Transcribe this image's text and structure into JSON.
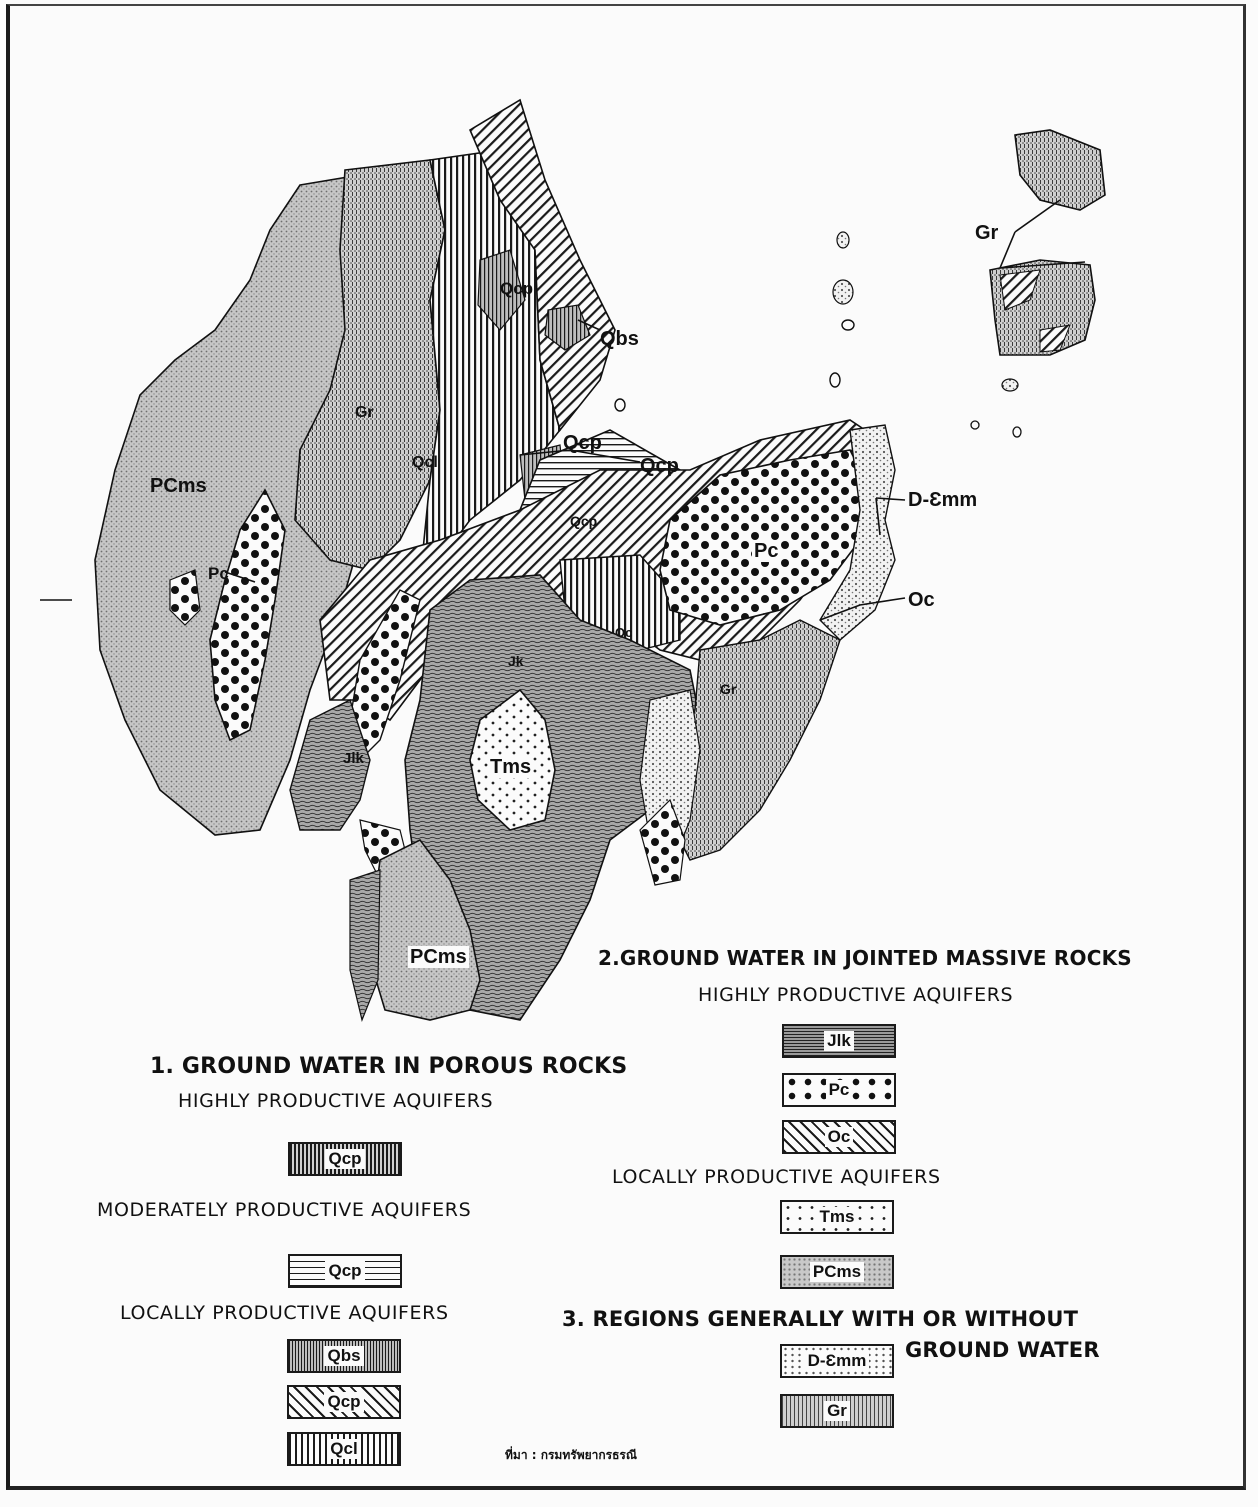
{
  "map_labels": {
    "gr_island": "Gr",
    "qcp_north": "Qcp",
    "qbs": "Qbs",
    "pcms_west": "PCms",
    "gr_west": "Gr",
    "qcl": "Qcl",
    "qcp_center1": "Qcp",
    "qcp_center2": "Qcp",
    "pc_west": "Pc",
    "qcp_east": "Qcp",
    "pc_east": "Pc",
    "d_emm": "D-Ɛmm",
    "oc": "Oc",
    "oc_center": "Oc",
    "jk_center": "Jk",
    "gr_east": "Gr",
    "jk_southwest": "Jlk",
    "tms": "Tms",
    "pcms_south": "PCms"
  },
  "legend": {
    "section1": {
      "title": "1. GROUND WATER IN POROUS ROCKS",
      "highly_title": "HIGHLY PRODUCTIVE AQUIFERS",
      "moderately_title": "MODERATELY PRODUCTIVE AQUIFERS",
      "locally_title": "LOCALLY PRODUCTIVE AQUIFERS",
      "items": {
        "qcp_high": "Qcp",
        "qcp_moderate": "Qcp",
        "qbs_local": "Qbs",
        "qcp_local": "Qcp",
        "qcl_local": "Qcl"
      }
    },
    "section2": {
      "title": "2.GROUND WATER IN JOINTED MASSIVE ROCKS",
      "highly_title": "HIGHLY PRODUCTIVE AQUIFERS",
      "locally_title": "LOCALLY PRODUCTIVE AQUIFERS",
      "items": {
        "jlk": "Jlk",
        "pc": "Pc",
        "oc": "Oc",
        "tms": "Tms",
        "pcms": "PCms"
      }
    },
    "section3": {
      "title_line1": "3. REGIONS GENERALLY WITH OR WITHOUT",
      "title_line2": "GROUND WATER",
      "items": {
        "d_emm": "D-Ɛmm",
        "gr": "Gr"
      }
    }
  },
  "source_note": "ที่มา : กรมทรัพยากรธรณี",
  "colors": {
    "ink": "#1a1a1a",
    "paper": "#fbfbfb",
    "stipple_gray": "#c9c9c9",
    "wavy_gray": "#9a9a9a"
  }
}
